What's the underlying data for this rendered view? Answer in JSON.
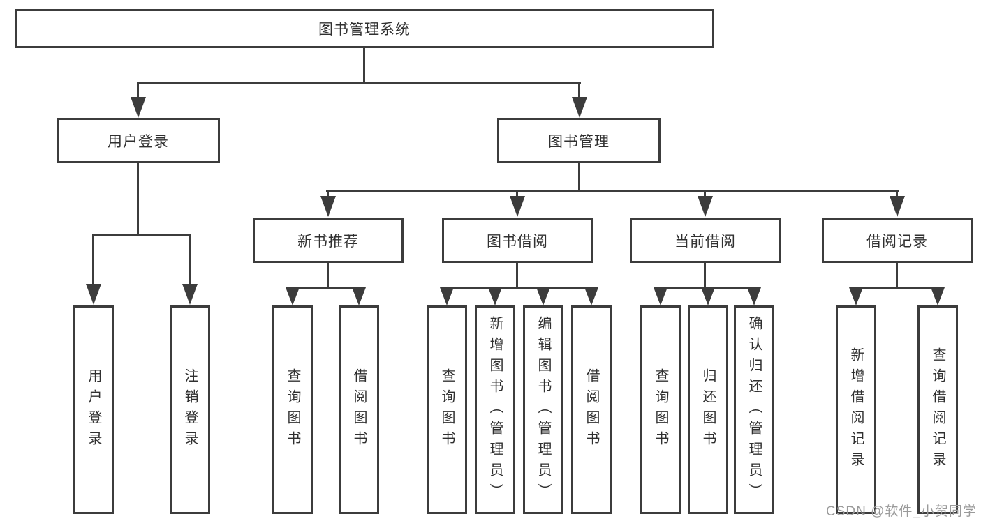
{
  "diagram_title": "图书管理系统",
  "tree": {
    "root": {
      "label": "图书管理系统"
    },
    "branches": [
      {
        "label": "用户登录",
        "children": [
          {
            "label": "用户登录"
          },
          {
            "label": "注销登录"
          }
        ]
      },
      {
        "label": "图书管理",
        "children": [
          {
            "label": "新书推荐",
            "children": [
              {
                "label": "查询图书"
              },
              {
                "label": "借阅图书"
              }
            ]
          },
          {
            "label": "图书借阅",
            "children": [
              {
                "label": "查询图书"
              },
              {
                "label": "新增图书（管理员）"
              },
              {
                "label": "编辑图书（管理员）"
              },
              {
                "label": "借阅图书"
              }
            ]
          },
          {
            "label": "当前借阅",
            "children": [
              {
                "label": "查询图书"
              },
              {
                "label": "归还图书"
              },
              {
                "label": "确认归还（管理员）"
              }
            ]
          },
          {
            "label": "借阅记录",
            "children": [
              {
                "label": "新增借阅记录"
              },
              {
                "label": "查询借阅记录"
              }
            ]
          }
        ]
      }
    ]
  },
  "watermark": "CSDN @软件_小贺同学",
  "colors": {
    "line": "#3c3c3c",
    "text": "#303030",
    "watermark_text": "#9a9a9a",
    "background": "#ffffff"
  }
}
